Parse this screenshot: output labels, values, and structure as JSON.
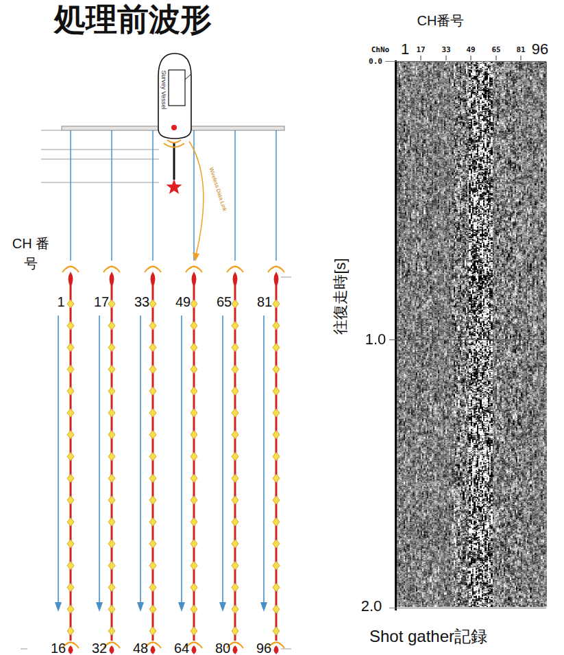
{
  "diagram": {
    "title": "処理前波形",
    "caption": "Shot gather記録",
    "nodes": [
      {
        "text": [
          "Survey Vessel"
        ]
      }
    ],
    "labels": [
      "CH 番号",
      "1",
      "17",
      "33",
      "49",
      "65",
      "81",
      "16",
      "32",
      "48",
      "64",
      "80",
      "96",
      "Wireless Data Link",
      "CH番号",
      "ChNo",
      "1",
      "17",
      "33",
      "49",
      "65",
      "81",
      "96",
      "0.0",
      "1.0",
      "2.0",
      "往復走時[s]"
    ]
  }
}
